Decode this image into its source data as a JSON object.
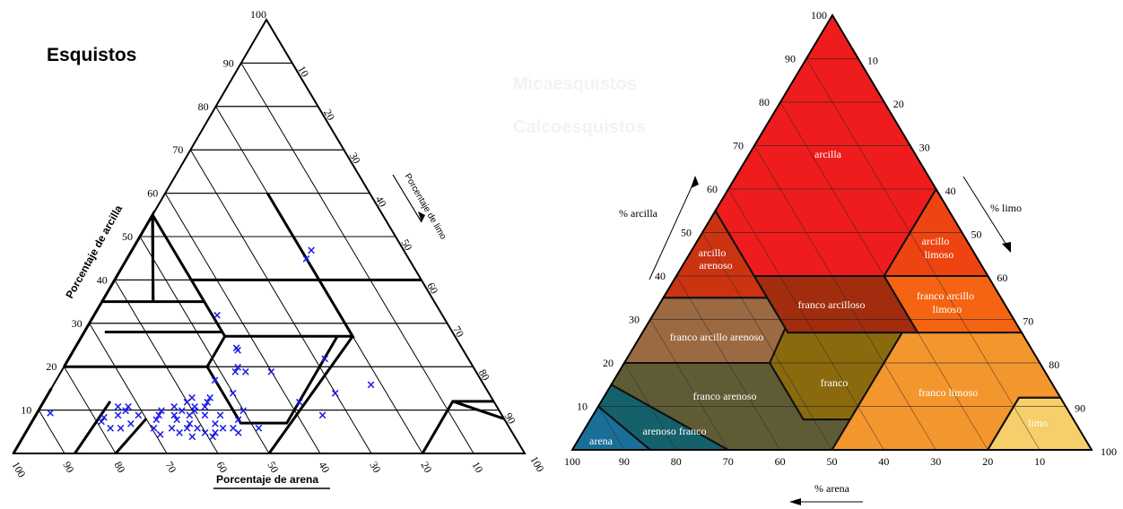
{
  "left_diagram": {
    "title": "Esquistos",
    "axis_clay": "Porcentaje de arcilla",
    "axis_silt": "Porcentaje de limo",
    "axis_sand": "Porcentaje de arena",
    "apex_label": "100",
    "clay_ticks": [
      "10",
      "20",
      "30",
      "40",
      "50",
      "60",
      "70",
      "80",
      "90"
    ],
    "silt_ticks": [
      "10",
      "20",
      "30",
      "40",
      "50",
      "60",
      "70",
      "80",
      "90",
      "100"
    ],
    "sand_ticks": [
      "100",
      "90",
      "80",
      "70",
      "60",
      "50",
      "40",
      "30",
      "20",
      "10"
    ],
    "marker_color": "#1a1ae6",
    "samples": [
      {
        "sand": 88,
        "clay": 9.5
      },
      {
        "sand": 79,
        "clay": 7.5
      },
      {
        "sand": 78,
        "clay": 8.5
      },
      {
        "sand": 78,
        "clay": 6
      },
      {
        "sand": 76,
        "clay": 6
      },
      {
        "sand": 75,
        "clay": 9
      },
      {
        "sand": 74,
        "clay": 11
      },
      {
        "sand": 73,
        "clay": 10
      },
      {
        "sand": 73.5,
        "clay": 7
      },
      {
        "sand": 72,
        "clay": 11
      },
      {
        "sand": 71,
        "clay": 9
      },
      {
        "sand": 69.5,
        "clay": 6
      },
      {
        "sand": 69,
        "clay": 4.5
      },
      {
        "sand": 68,
        "clay": 8
      },
      {
        "sand": 67,
        "clay": 9
      },
      {
        "sand": 66,
        "clay": 6
      },
      {
        "sand": 66,
        "clay": 10
      },
      {
        "sand": 65,
        "clay": 5
      },
      {
        "sand": 64,
        "clay": 8
      },
      {
        "sand": 64,
        "clay": 9
      },
      {
        "sand": 63,
        "clay": 6
      },
      {
        "sand": 63,
        "clay": 11
      },
      {
        "sand": 63,
        "clay": 4
      },
      {
        "sand": 62,
        "clay": 10
      },
      {
        "sand": 62,
        "clay": 7
      },
      {
        "sand": 61,
        "clay": 9
      },
      {
        "sand": 61,
        "clay": 6
      },
      {
        "sand": 60,
        "clay": 12
      },
      {
        "sand": 60,
        "clay": 5
      },
      {
        "sand": 59.5,
        "clay": 10
      },
      {
        "sand": 59,
        "clay": 4
      },
      {
        "sand": 59,
        "clay": 11
      },
      {
        "sand": 58.5,
        "clay": 13
      },
      {
        "sand": 58,
        "clay": 9
      },
      {
        "sand": 58,
        "clay": 5
      },
      {
        "sand": 57,
        "clay": 11
      },
      {
        "sand": 57,
        "clay": 7
      },
      {
        "sand": 56,
        "clay": 12
      },
      {
        "sand": 56,
        "clay": 6
      },
      {
        "sand": 55,
        "clay": 13
      },
      {
        "sand": 55,
        "clay": 9
      },
      {
        "sand": 54,
        "clay": 6
      },
      {
        "sand": 53.5,
        "clay": 5
      },
      {
        "sand": 52,
        "clay": 8
      },
      {
        "sand": 52,
        "clay": 17
      },
      {
        "sand": 50,
        "clay": 14
      },
      {
        "sand": 50,
        "clay": 10
      },
      {
        "sand": 49,
        "clay": 6
      },
      {
        "sand": 47,
        "clay": 19
      },
      {
        "sand": 46,
        "clay": 20
      },
      {
        "sand": 45,
        "clay": 19
      },
      {
        "sand": 44,
        "clay": 24
      },
      {
        "sand": 44,
        "clay": 32
      },
      {
        "sand": 44,
        "clay": 24.5
      },
      {
        "sand": 40,
        "clay": 19
      },
      {
        "sand": 38,
        "clay": 12
      },
      {
        "sand": 35,
        "clay": 9
      },
      {
        "sand": 30,
        "clay": 14
      },
      {
        "sand": 28,
        "clay": 22
      },
      {
        "sand": 22,
        "clay": 16
      },
      {
        "sand": 20,
        "clay": 45
      },
      {
        "sand": 18,
        "clay": 47
      }
    ]
  },
  "ghost_legend": [
    "Micaesquistos",
    "Calcoesquistos"
  ],
  "right_diagram": {
    "clay_ticks": [
      "10",
      "20",
      "30",
      "40",
      "50",
      "60",
      "70",
      "80",
      "90",
      "100"
    ],
    "silt_ticks": [
      "10",
      "20",
      "30",
      "40",
      "50",
      "60",
      "70",
      "80",
      "90",
      "100"
    ],
    "sand_ticks": [
      "100",
      "90",
      "80",
      "70",
      "60",
      "50",
      "40",
      "30",
      "20",
      "10"
    ],
    "axis_clay": "% arcilla",
    "axis_silt": "% limo",
    "axis_sand": "% arena",
    "regions": [
      {
        "name": "arcilla",
        "color": "#ee1c1c"
      },
      {
        "name": "arcillo arenoso",
        "color": "#cc3311"
      },
      {
        "name": "arcillo limoso",
        "color": "#ee4411"
      },
      {
        "name": "franco arcilloso",
        "color": "#a12c0e"
      },
      {
        "name": "franco arcillo limoso",
        "color": "#f46412"
      },
      {
        "name": "franco arcillo arenoso",
        "color": "#9b6a43"
      },
      {
        "name": "franco",
        "color": "#8b6a0e"
      },
      {
        "name": "franco arenoso",
        "color": "#5f5c35"
      },
      {
        "name": "franco limoso",
        "color": "#f4962e"
      },
      {
        "name": "limo",
        "color": "#f6cf6a"
      },
      {
        "name": "arenoso franco",
        "color": "#14616b"
      },
      {
        "name": "arena",
        "color": "#1a6f99"
      }
    ]
  }
}
